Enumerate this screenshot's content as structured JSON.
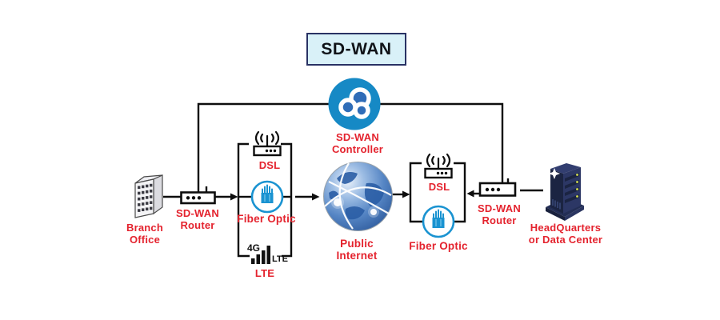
{
  "title": {
    "label": "SD-WAN"
  },
  "controller": {
    "label": "SD-WAN Controller"
  },
  "branch_office": {
    "line1": "Branch",
    "line2": "Office"
  },
  "left_router": {
    "line1": "SD-WAN",
    "line2": "Router"
  },
  "left_links": {
    "dsl_label": "DSL",
    "fiber_label": "Fiber Optic",
    "lte_label": "LTE",
    "lte_badge_4g": "4G",
    "lte_badge_lte": "LTE"
  },
  "internet": {
    "label": "Public Internet"
  },
  "right_links": {
    "dsl_label": "DSL",
    "fiber_label": "Fiber Optic"
  },
  "right_router": {
    "line1": "SD-WAN",
    "line2": "Router"
  },
  "datacenter": {
    "line1": "HeadQuarters",
    "line2": "or Data Center"
  },
  "colors": {
    "label_red": "#e4232e",
    "controller_blue": "#1689c5",
    "controller_inner_blue": "#2f6db8",
    "fiber_blue": "#1a93d1",
    "title_bg": "#d9f1f8",
    "title_border": "#293264",
    "line_black": "#0d0d0d",
    "server_navy": "#1b2442",
    "server_light": "#d9e34f"
  }
}
